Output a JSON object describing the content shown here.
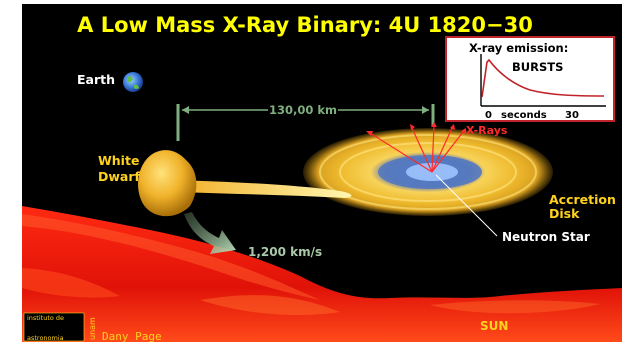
{
  "title": "A Low Mass X-Ray Binary:  4U 1820−30",
  "labels": {
    "earth": "Earth",
    "separation": "130,00 km",
    "white_dwarf_line1": "White",
    "white_dwarf_line2": "Dwarf",
    "xrays": "X-Rays",
    "accretion_line1": "Accretion",
    "accretion_line2": "Disk",
    "neutron_star": "Neutron Star",
    "velocity": "1,200 km/s",
    "sun": "SUN",
    "credit": "Dany Page"
  },
  "inset": {
    "title": "X-ray emission:",
    "subtitle": "BURSTS",
    "axis_start": "0",
    "axis_label": "seconds",
    "axis_end": "30"
  },
  "logo": {
    "line1": "instituto de",
    "line2": "astronomia",
    "side": "unam"
  },
  "colors": {
    "background": "#000000",
    "title": "#ffff00",
    "label_yellow": "#ffd21e",
    "measure_green": "#7fae7f",
    "velocity_green": "#a9c9a9",
    "xray_red": "#ff2a2a",
    "sun_red": "#e8120a",
    "disk_gold": "#f2c233",
    "neutron_blue": "#4f79c9"
  }
}
